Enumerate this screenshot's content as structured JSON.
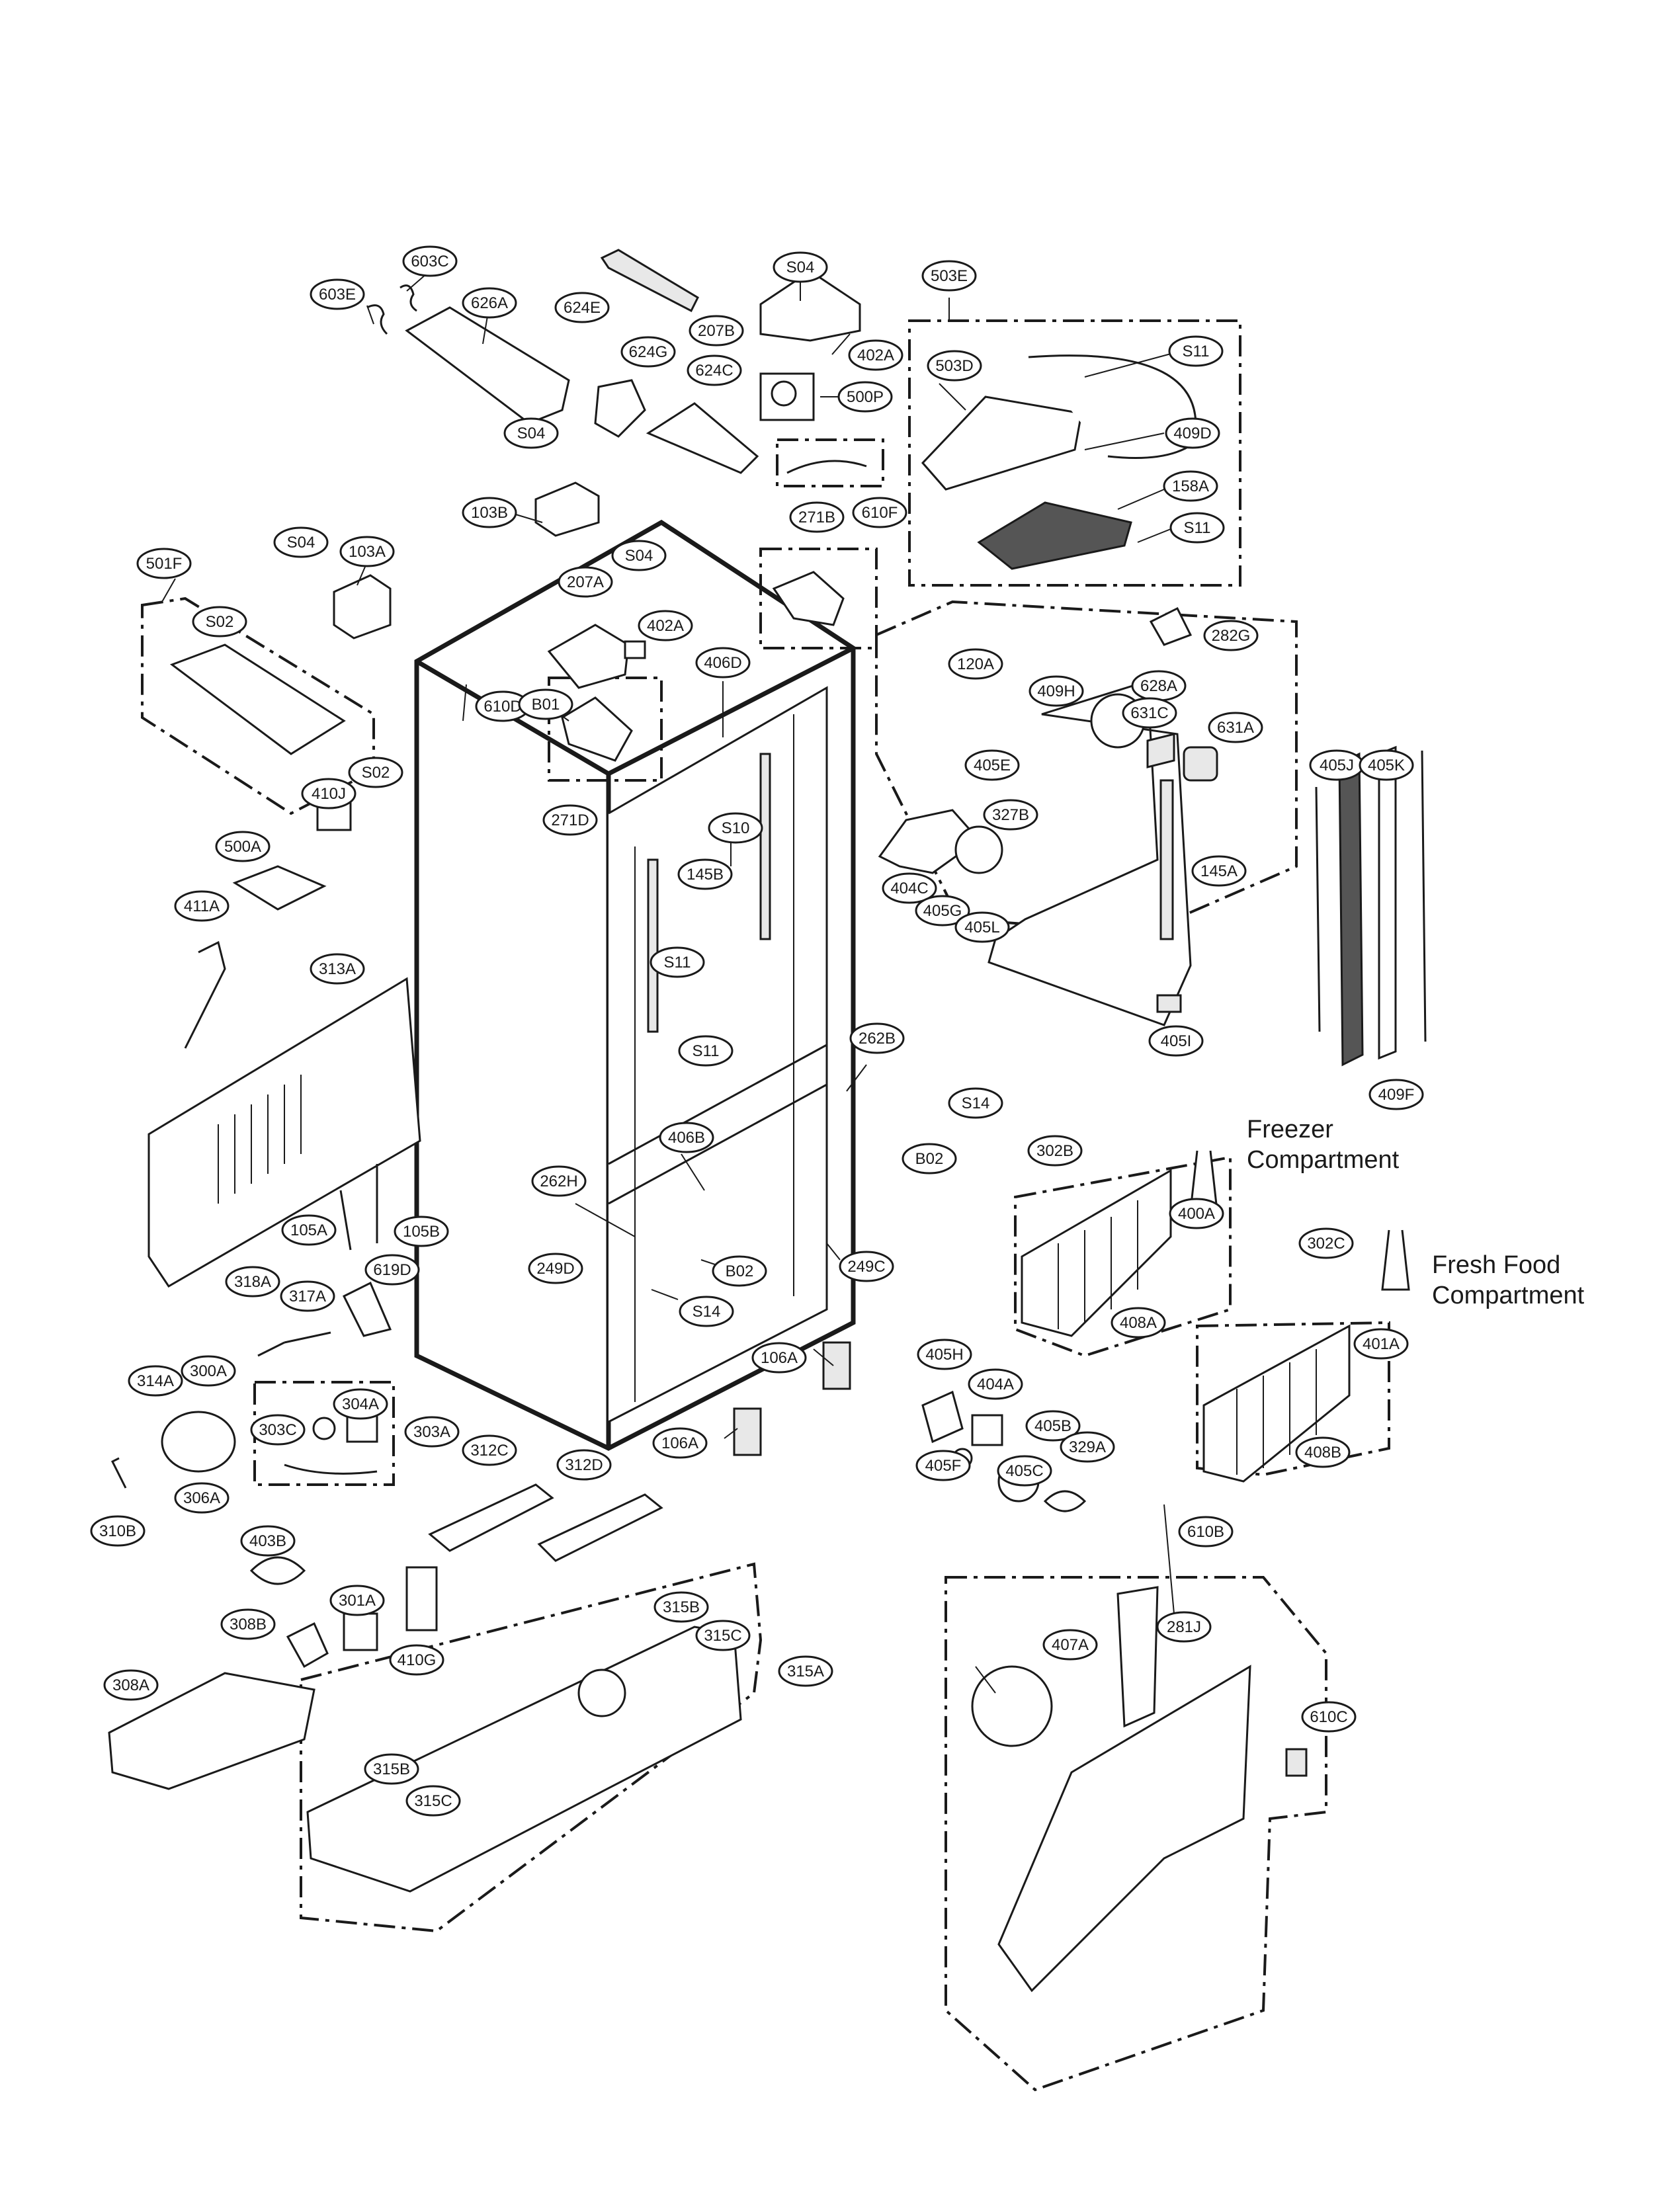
{
  "diagram": {
    "section_titles": [
      "Freezer Compartment",
      "Fresh Food Compartment"
    ],
    "callouts": {
      "c603E": "603E",
      "c603C": "603C",
      "c626A": "626A",
      "c624E": "624E",
      "c624G": "624G",
      "c624C": "624C",
      "c207B_top": "207B",
      "c402A_top": "402A",
      "c500P": "500P",
      "c610F": "610F",
      "c503E": "503E",
      "c503D": "503D",
      "c409D": "409D",
      "c158A": "158A",
      "c271B": "271B",
      "c271D": "271D",
      "c103B": "103B",
      "c103A": "103A",
      "c207A": "207A",
      "c402A_mid": "402A",
      "c501F": "501F",
      "c410J": "410J",
      "c500A": "500A",
      "c411A": "411A",
      "c313A": "313A",
      "c610D": "610D",
      "cB01": "B01",
      "c406D": "406D",
      "cS10": "S10",
      "c145B": "145B",
      "c262B": "262B",
      "cS14_right": "S14",
      "cB02_right": "B02",
      "c406B": "406B",
      "c262H": "262H",
      "c249D": "249D",
      "cB02_mid": "B02",
      "cS14_mid": "S14",
      "c249C": "249C",
      "c106A_upper": "106A",
      "c106A_lower": "106A",
      "c105A": "105A",
      "c105B": "105B",
      "c619D": "619D",
      "c318A": "318A",
      "c317A": "317A",
      "c314A": "314A",
      "c300A": "300A",
      "c303C": "303C",
      "c304A": "304A",
      "c303A": "303A",
      "c310B": "310B",
      "c306A": "306A",
      "c312C": "312C",
      "c312D": "312D",
      "c403B": "403B",
      "c301A": "301A",
      "c308B": "308B",
      "c410G": "410G",
      "c308A": "308A",
      "c315B_top": "315B",
      "c315C_top": "315C",
      "c315A": "315A",
      "c315B_bottom": "315B",
      "c315C_bottom": "315C",
      "c120A": "120A",
      "c282G": "282G",
      "c409H": "409H",
      "c628A": "628A",
      "c631C": "631C",
      "c631A": "631A",
      "c405E": "405E",
      "c327B": "327B",
      "c404C": "404C",
      "c405G": "405G",
      "c405L": "405L",
      "c145A": "145A",
      "c405I": "405I",
      "c405J": "405J",
      "c405K": "405K",
      "c409F": "409F",
      "c302B": "302B",
      "c400A": "400A",
      "c408A": "408A",
      "c302C": "302C",
      "c401A": "401A",
      "c408B": "408B",
      "c405H": "405H",
      "c404A": "404A",
      "c405B": "405B",
      "c329A": "329A",
      "c405F": "405F",
      "c405C": "405C",
      "c610B": "610B",
      "c281J": "281J",
      "c407A": "407A",
      "c610C": "610C",
      "s04_a": "S04",
      "s04_b": "S04",
      "s04_c": "S04",
      "s04_d": "S04",
      "s11_a": "S11",
      "s11_b": "S11",
      "s11_c": "S11",
      "s11_d": "S11",
      "s02_a": "S02",
      "s02_b": "S02"
    }
  }
}
